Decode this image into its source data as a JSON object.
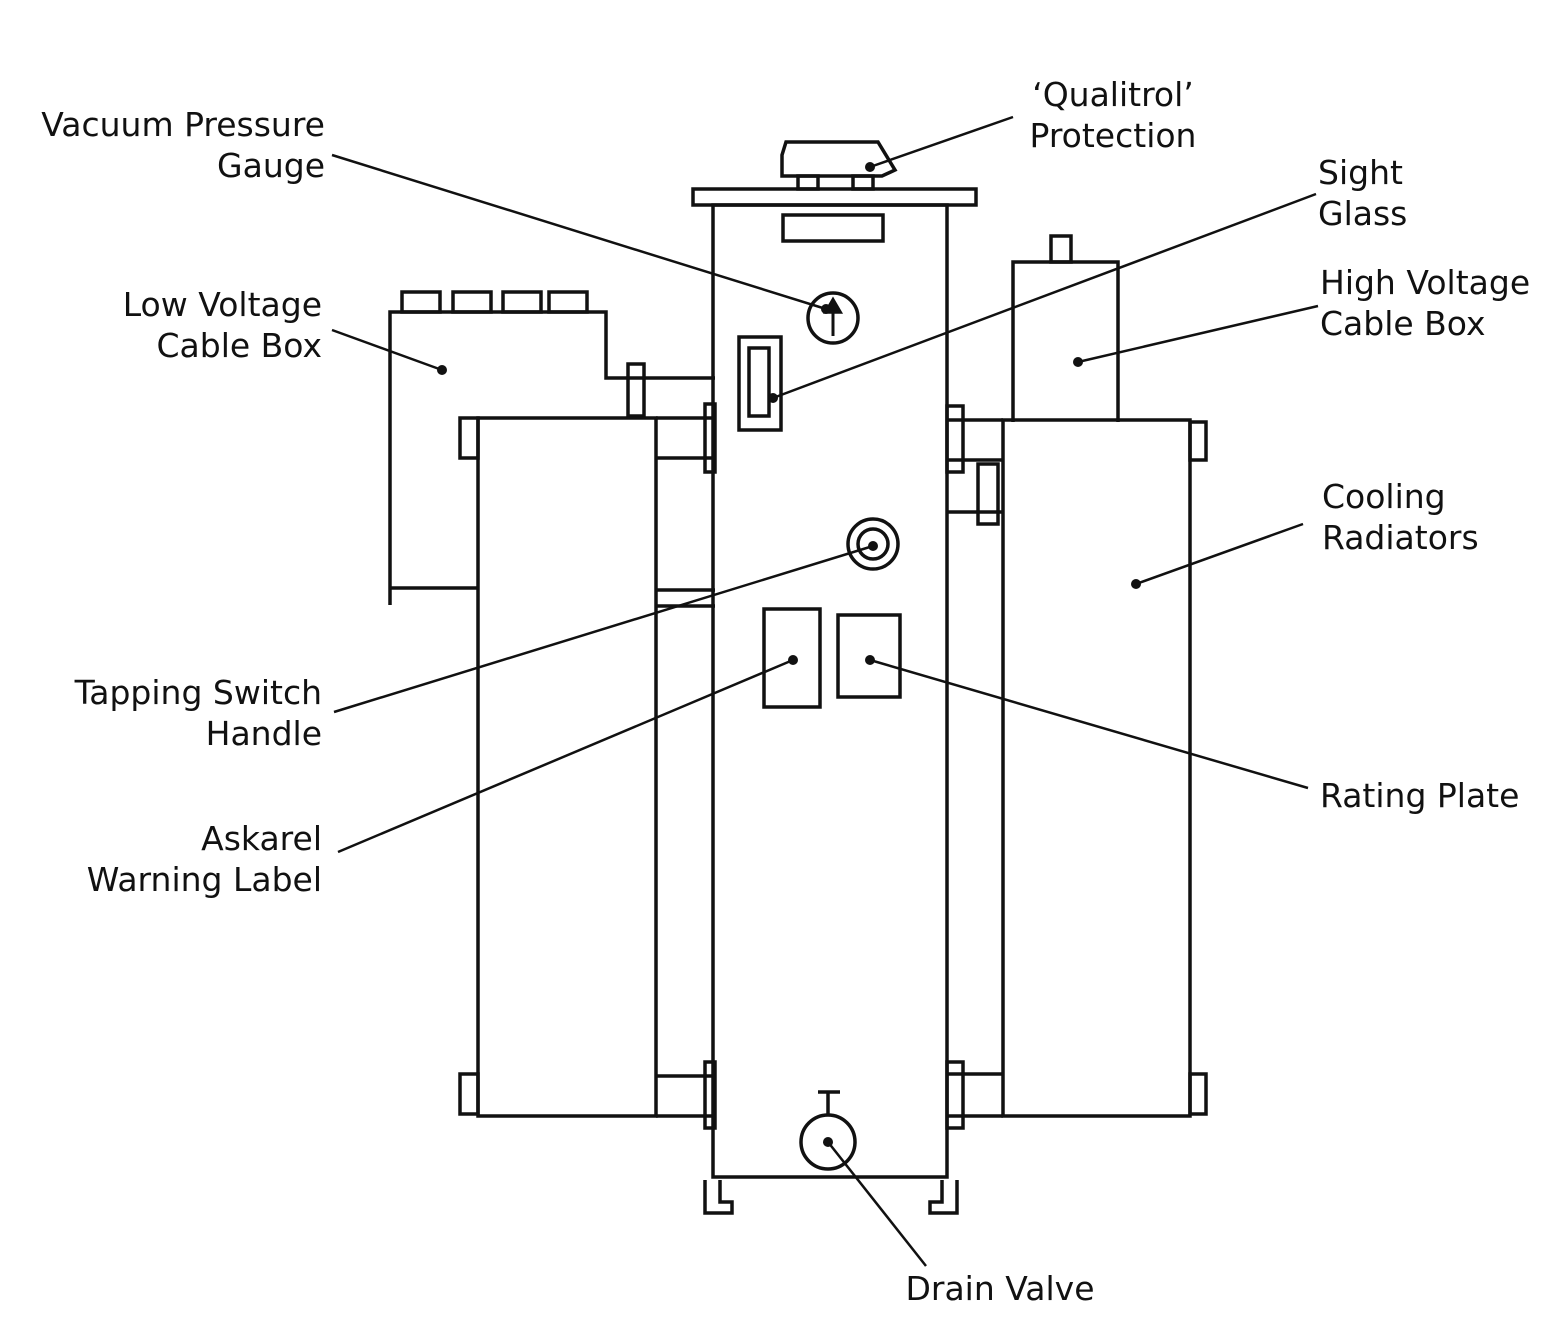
{
  "labels": {
    "vacuum_gauge": [
      "Vacuum Pressure",
      "Gauge"
    ],
    "qualitrol": [
      "‘Qualitrol’",
      "Protection"
    ],
    "sight_glass": [
      "Sight",
      "Glass"
    ],
    "low_voltage": [
      "Low Voltage",
      "Cable Box"
    ],
    "high_voltage": [
      "High Voltage",
      "Cable Box"
    ],
    "cooling": [
      "Cooling",
      "Radiators"
    ],
    "tapping": [
      "Tapping Switch",
      "Handle"
    ],
    "rating": [
      "Rating Plate"
    ],
    "askarel": [
      "Askarel",
      "Warning Label"
    ],
    "drain": [
      "Drain Valve"
    ]
  },
  "colors": {
    "ink": "#111111",
    "paper": "#ffffff"
  }
}
